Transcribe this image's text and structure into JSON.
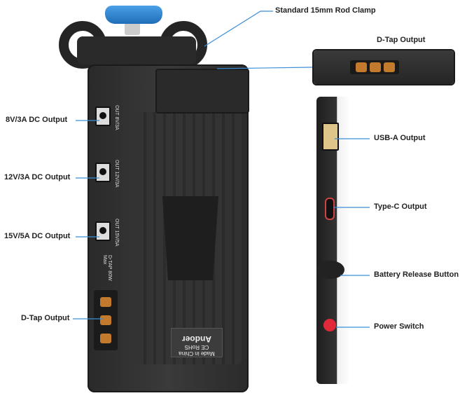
{
  "labels": {
    "rod_clamp": "Standard 15mm Rod Clamp",
    "dtap_top": "D-Tap Output",
    "out_8v": "8V/3A DC Output",
    "out_12v": "12V/3A DC Output",
    "out_15v": "15V/5A DC Output",
    "dtap_left": "D-Tap Output",
    "usb_a": "USB-A Output",
    "type_c": "Type-C Output",
    "release": "Battery Release Button",
    "power": "Power Switch"
  },
  "device_markings": {
    "out_8v": "OUT 8V/3A",
    "out_12v": "OUT 12V/3A",
    "out_15v": "OUT 15V/5A",
    "dtap": "D-TAP 80W Max",
    "brand": "Andoer",
    "cert": "CE RoHS",
    "origin": "Made in China"
  },
  "colors": {
    "leader_line": "#3a8fd8",
    "knob": "#2a7fd0",
    "power_switch": "#e02a3a"
  }
}
